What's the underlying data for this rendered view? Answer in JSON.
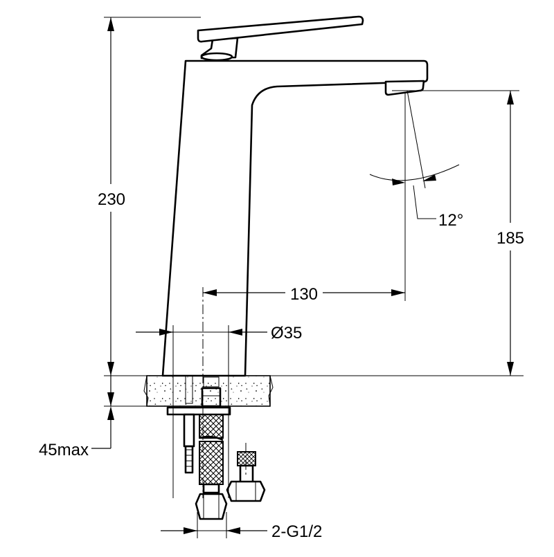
{
  "dimensions": {
    "height_total": "230",
    "spout_height": "185",
    "spout_reach": "130",
    "base_diameter": "Ø35",
    "spout_angle": "12°",
    "max_deck_thickness": "45max",
    "connections": "2-G1/2"
  },
  "colors": {
    "line": "#000000",
    "background": "#ffffff"
  }
}
